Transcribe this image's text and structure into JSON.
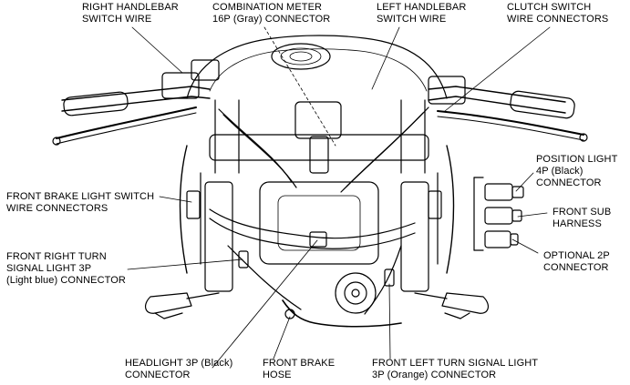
{
  "labels": {
    "right_handlebar_switch_wire": [
      "RIGHT HANDLEBAR",
      "SWITCH WIRE"
    ],
    "combination_meter": [
      "COMBINATION METER",
      "16P (Gray) CONNECTOR"
    ],
    "left_handlebar_switch_wire": [
      "LEFT HANDLEBAR",
      "SWITCH WIRE"
    ],
    "clutch_switch_wire": [
      "CLUTCH SWITCH",
      "WIRE CONNECTORS"
    ],
    "position_light": [
      "POSITION LIGHT",
      "4P (Black)",
      "CONNECTOR"
    ],
    "front_sub_harness": [
      "FRONT SUB",
      "HARNESS"
    ],
    "optional_2p": [
      "OPTIONAL 2P",
      "CONNECTOR"
    ],
    "front_brake_light_switch": [
      "FRONT BRAKE LIGHT SWITCH",
      "WIRE CONNECTORS"
    ],
    "front_right_turn_signal": [
      "FRONT RIGHT TURN",
      "SIGNAL LIGHT 3P",
      "(Light blue) CONNECTOR"
    ],
    "headlight_3p": [
      "HEADLIGHT 3P (Black)",
      "CONNECTOR"
    ],
    "front_brake_hose": [
      "FRONT BRAKE",
      "HOSE"
    ],
    "front_left_turn_signal": [
      "FRONT LEFT TURN SIGNAL LIGHT",
      "3P (Orange) CONNECTOR"
    ]
  },
  "colors": {
    "line": "#000000",
    "background": "#ffffff"
  }
}
